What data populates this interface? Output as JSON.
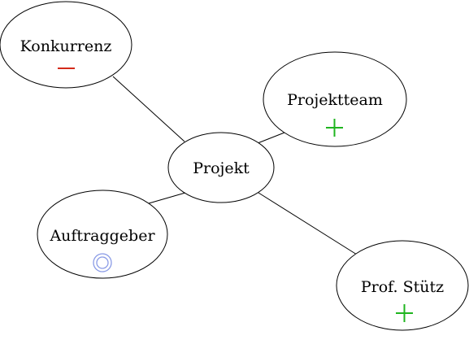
{
  "diagram": {
    "nodes": [
      {
        "id": "konkurrenz",
        "label": "Konkurrenz",
        "marker": "minus"
      },
      {
        "id": "projektteam",
        "label": "Projektteam",
        "marker": "plus"
      },
      {
        "id": "projekt",
        "label": "Projekt",
        "marker": "none"
      },
      {
        "id": "auftraggeber",
        "label": "Auftraggeber",
        "marker": "circle"
      },
      {
        "id": "prof-stuetz",
        "label": "Prof. Stütz",
        "marker": "plus"
      }
    ],
    "edges": [
      {
        "from": "konkurrenz",
        "to": "projekt"
      },
      {
        "from": "projektteam",
        "to": "projekt"
      },
      {
        "from": "auftraggeber",
        "to": "projekt"
      },
      {
        "from": "prof-stuetz",
        "to": "projekt"
      }
    ],
    "marker_colors": {
      "minus": "#d42a1a",
      "plus": "#1fb51f",
      "circle": "#8a9be6"
    }
  }
}
